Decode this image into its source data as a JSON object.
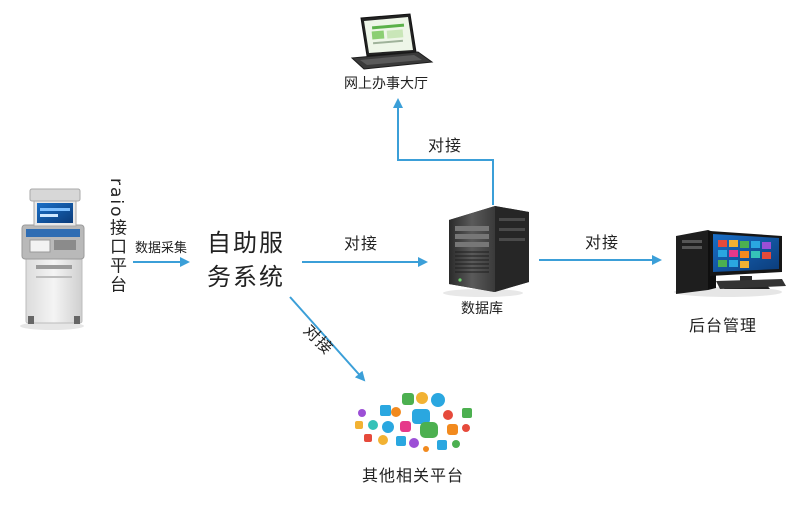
{
  "nodes": {
    "kiosk": {
      "icon": "self-service-kiosk-icon"
    },
    "raio_interface": {
      "label": "raio接口平台"
    },
    "self_service_system": {
      "line1": "自助服",
      "line2": "务系统"
    },
    "online_hall": {
      "label": "网上办事大厅",
      "icon": "laptop-icon"
    },
    "database": {
      "label": "数据库",
      "icon": "server-tower-icon"
    },
    "backend": {
      "label": "后台管理",
      "icon": "desktop-computer-icon"
    },
    "other_platforms": {
      "label": "其他相关平台",
      "icon": "app-cluster-icon"
    }
  },
  "edges": {
    "data_collection": {
      "label": "数据采集"
    },
    "system_to_db": {
      "label": "对接"
    },
    "db_to_online": {
      "label": "对接"
    },
    "db_to_backend": {
      "label": "对接"
    },
    "system_to_other": {
      "label": "对接"
    }
  },
  "colors": {
    "arrow": "#3b9fd8",
    "text": "#222222"
  }
}
